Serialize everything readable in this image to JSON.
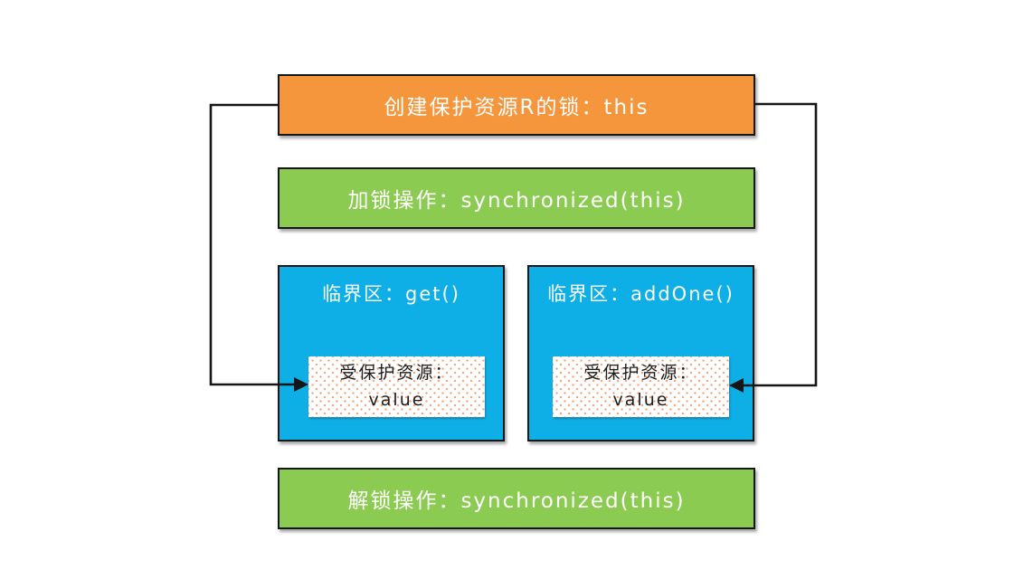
{
  "diagram": {
    "title_semantic": "synchronized-this-lock-model",
    "nodes": {
      "create_lock": {
        "label": "创建保护资源R的锁：this"
      },
      "lock_op": {
        "label": "加锁操作：synchronized(this)"
      },
      "critical_left": {
        "title": "临界区：get()"
      },
      "critical_right": {
        "title": "临界区：addOne()"
      },
      "resource_left": {
        "line1": "受保护资源：",
        "line2": "value"
      },
      "resource_right": {
        "line1": "受保护资源：",
        "line2": "value"
      },
      "unlock_op": {
        "label": "解锁操作：synchronized(this)"
      }
    },
    "colors": {
      "orange": "#F5953C",
      "green": "#8CCB52",
      "blue": "#0EAEE6",
      "line": "#161616",
      "dot": "#F2A47F",
      "text_light": "#FFFFFF",
      "text_dark": "#1C1C1C",
      "background": "#FFFFFF"
    }
  }
}
